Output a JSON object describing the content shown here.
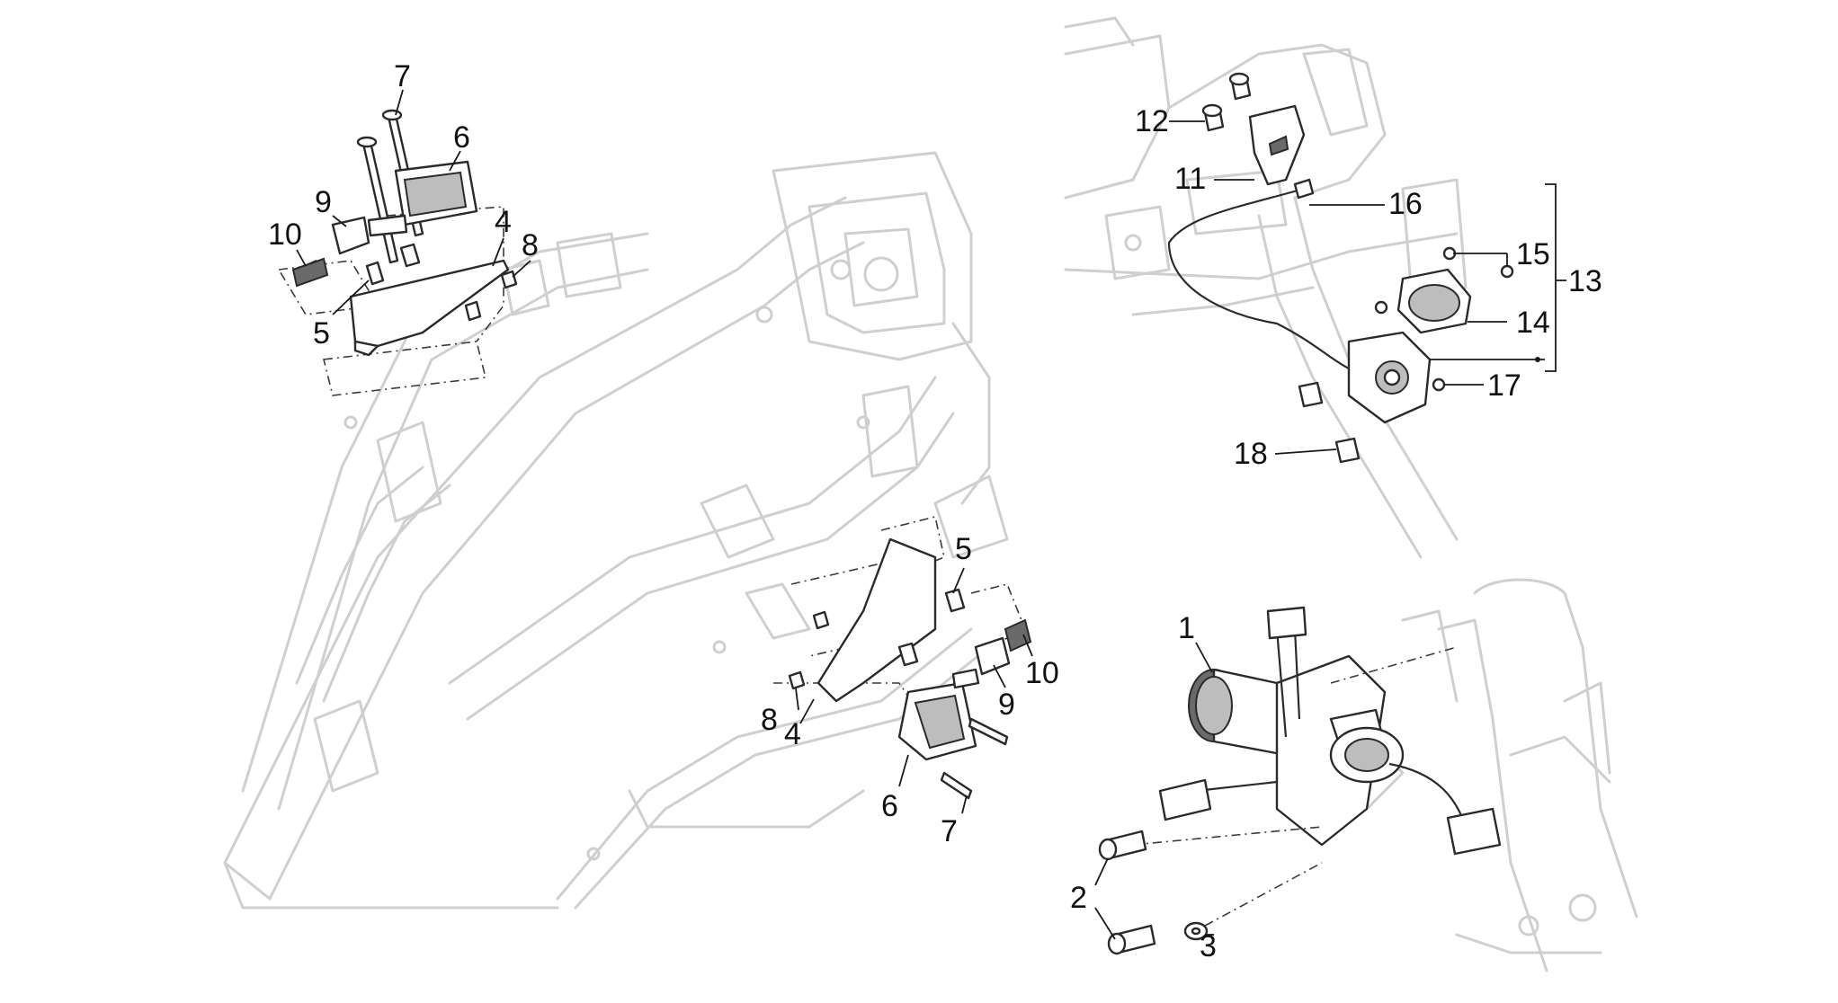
{
  "callouts": {
    "c1": "1",
    "c2": "2",
    "c3": "3",
    "c4": "4",
    "c5": "5",
    "c6": "6",
    "c7": "7",
    "c8": "8",
    "c9": "9",
    "c10": "10",
    "c11": "11",
    "c12": "12",
    "c13": "13",
    "c14": "14",
    "c15": "15",
    "c16": "16",
    "c17": "17",
    "c18": "18"
  },
  "colors": {
    "part_stroke": "#2a2a2a",
    "frame_ghost": "#cfcfcf",
    "label": "#111111"
  }
}
